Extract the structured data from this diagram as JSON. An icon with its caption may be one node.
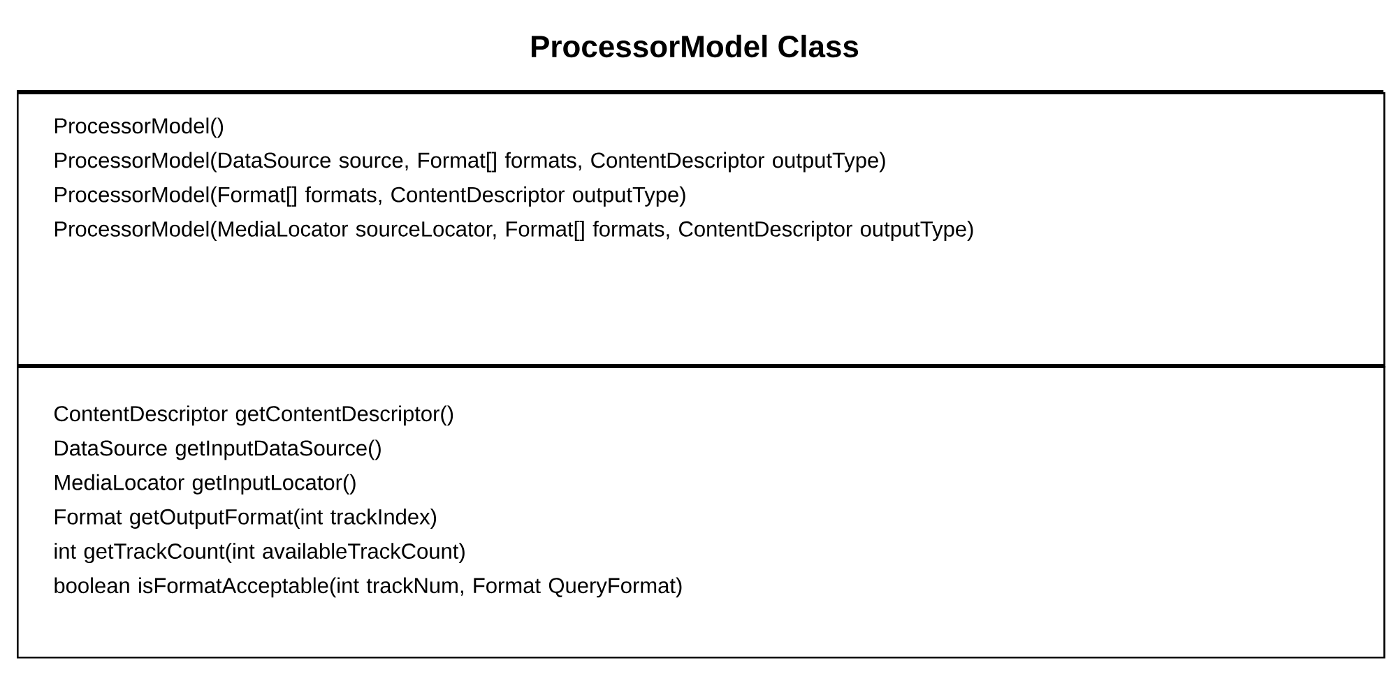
{
  "diagram": {
    "title": "ProcessorModel Class",
    "nodes": [
      {
        "text": [
          "ProcessorModel()",
          "ProcessorModel(DataSource source, Format[] formats, ContentDescriptor outputType)",
          "ProcessorModel(Format[] formats, ContentDescriptor outputType)",
          "ProcessorModel(MediaLocator sourceLocator, Format[] formats, ContentDescriptor outputType)"
        ]
      },
      {
        "text": [
          "ContentDescriptor getContentDescriptor()",
          "DataSource getInputDataSource()",
          "MediaLocator getInputLocator()",
          "Format getOutputFormat(int trackIndex)",
          "int getTrackCount(int availableTrackCount)",
          "boolean isFormatAcceptable(int trackNum, Format QueryFormat)"
        ]
      }
    ],
    "edges": []
  }
}
